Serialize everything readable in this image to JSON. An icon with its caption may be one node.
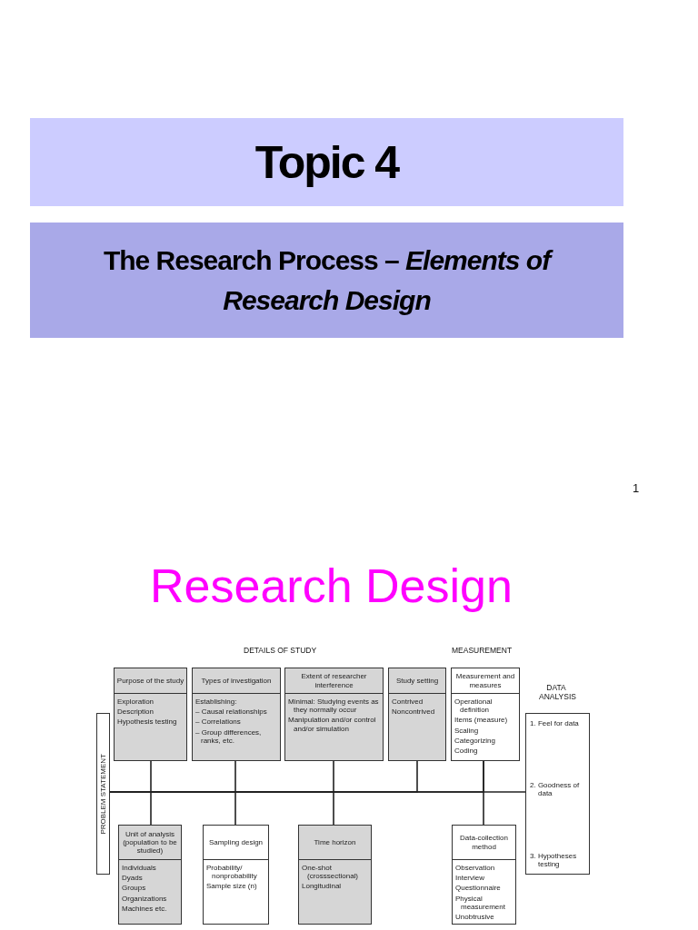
{
  "diagram": {
    "title": "Topic 4",
    "nodes": [
      {
        "text": [
          "The Research Process – *Elements of Research Design*"
        ]
      },
      {
        "text": [
          "Purpose of the study",
          "Exploration",
          "Description",
          "Hypothesis testing"
        ]
      },
      {
        "text": [
          "Types of investigation",
          "Establishing:",
          "– Causal relationships",
          "– Correlations",
          "– Group differences, ranks, etc."
        ]
      },
      {
        "text": [
          "Extent of researcher interference",
          "Minimal: Studying events as they normally occur",
          "Manipulation and/or control and/or simulation"
        ]
      },
      {
        "text": [
          "Study setting",
          "Contrived",
          "Noncontrived"
        ]
      },
      {
        "text": [
          "Measurement and measures",
          "Operational definition",
          "Items (measure)",
          "Scaling",
          "Categorizing",
          "Coding"
        ]
      },
      {
        "text": [
          "PROBLEM STATEMENT"
        ]
      },
      {
        "text": [
          "1. Feel for data",
          "2. Goodness of data",
          "3. Hypotheses testing"
        ]
      },
      {
        "text": [
          "Unit of analysis (population to be studied)",
          "Individuals",
          "Dyads",
          "Groups",
          "Organizations",
          "Machines etc."
        ]
      },
      {
        "text": [
          "Sampling design",
          "Probability/ nonprobability",
          "Sample size (n)"
        ]
      },
      {
        "text": [
          "Time horizon",
          "One-shot (crosssectional)",
          "Longitudinal"
        ]
      },
      {
        "text": [
          "Data-collection method",
          "Observation",
          "Interview",
          "Questionnaire",
          "Physical measurement",
          "Unobtrusive"
        ]
      }
    ],
    "edges": [
      {
        "from": 6,
        "to": 1,
        "arrow": "none"
      },
      {
        "from": 6,
        "to": 2,
        "arrow": "none"
      },
      {
        "from": 6,
        "to": 3,
        "arrow": "none"
      },
      {
        "from": 6,
        "to": 4,
        "arrow": "none"
      },
      {
        "from": 6,
        "to": 5,
        "arrow": "none"
      },
      {
        "from": 6,
        "to": 7,
        "arrow": "none"
      },
      {
        "from": 6,
        "to": 8,
        "arrow": "none"
      },
      {
        "from": 6,
        "to": 9,
        "arrow": "none"
      },
      {
        "from": 6,
        "to": 10,
        "arrow": "none"
      },
      {
        "from": 5,
        "to": 11,
        "arrow": "none"
      }
    ],
    "labels": [
      "1",
      "Research Design",
      "DETAILS OF STUDY",
      "MEASUREMENT",
      "DATA ANALYSIS"
    ]
  }
}
